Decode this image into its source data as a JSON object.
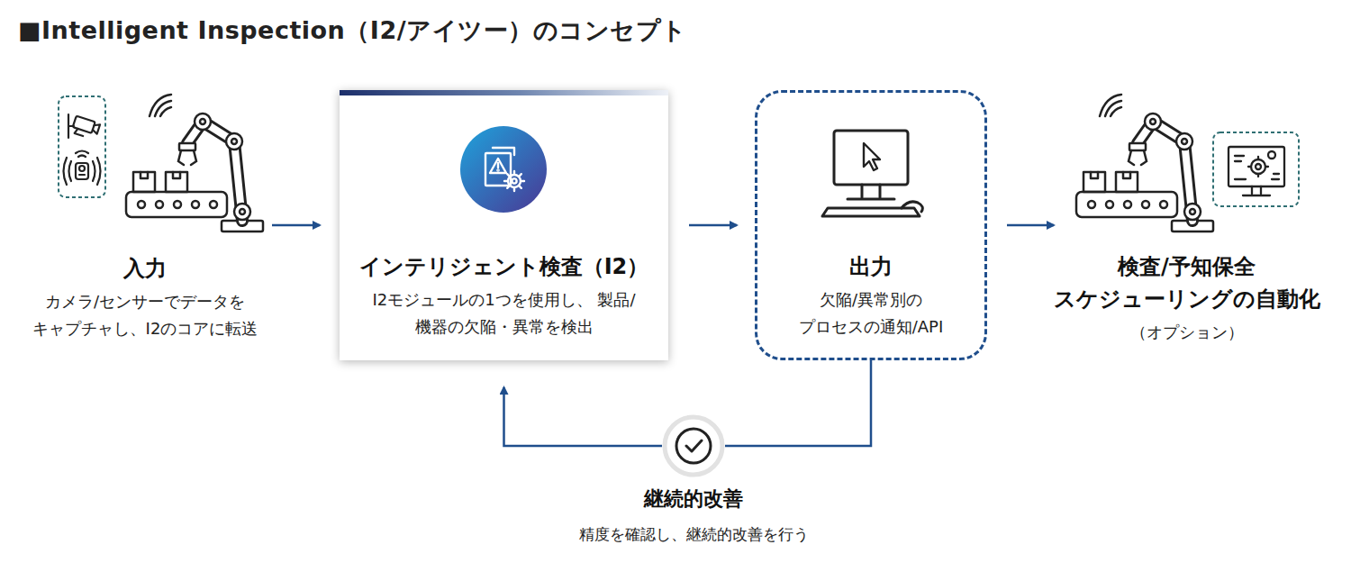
{
  "diagram": {
    "title": "■Intelligent Inspection（I2/アイツー）のコンセプト",
    "nodes": [
      {
        "text": [
          "入力",
          "カメラ/センサーでデータを キャプチャし、I2のコアに転送"
        ]
      },
      {
        "text": [
          "インテリジェント検査（I2）",
          "I2モジュールの1つを使用し、 製品/機器の欠陥・異常を検出"
        ]
      },
      {
        "text": [
          "出力",
          "欠陥/異常別の プロセスの通知/API"
        ]
      },
      {
        "text": [
          "検査/予知保全 スケジューリングの自動化",
          "（オプション）"
        ]
      },
      {
        "text": [
          "継続的改善",
          "精度を確認し、継続的改善を行う"
        ]
      }
    ],
    "edges": [
      {
        "from": 0,
        "to": 1,
        "arrow": "to"
      },
      {
        "from": 1,
        "to": 2,
        "arrow": "to"
      },
      {
        "from": 2,
        "to": 3,
        "arrow": "to"
      },
      {
        "from": 2,
        "to": 4,
        "arrow": "none"
      },
      {
        "from": 4,
        "to": 1,
        "arrow": "to"
      }
    ]
  }
}
